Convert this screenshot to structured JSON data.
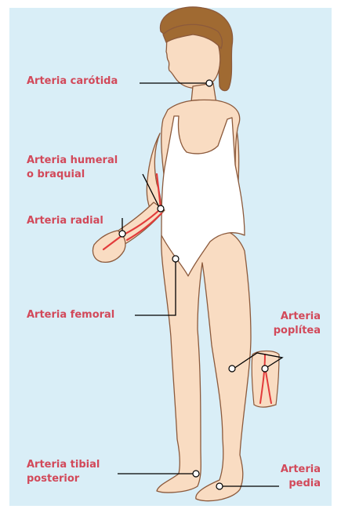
{
  "colors": {
    "background": "#ffffff",
    "panel": "#d9eef7",
    "label": "#d2495a",
    "skin": "#f9dcc2",
    "skin_outline": "#8c5a3c",
    "hair": "#a06a32",
    "swimsuit": "#ffffff",
    "artery": "#e23b3b",
    "leader_line": "#000000"
  },
  "labels": {
    "carotida": "Arteria carótida",
    "humeral_line1": "Arteria humeral",
    "humeral_line2": "o braquial",
    "radial": "Arteria radial",
    "femoral": "Arteria femoral",
    "poplitea_line1": "Arteria",
    "poplitea_line2": "poplítea",
    "tibial_line1": "Arteria tibial",
    "tibial_line2": "posterior",
    "pedia_line1": "Arteria",
    "pedia_line2": "pedia"
  }
}
